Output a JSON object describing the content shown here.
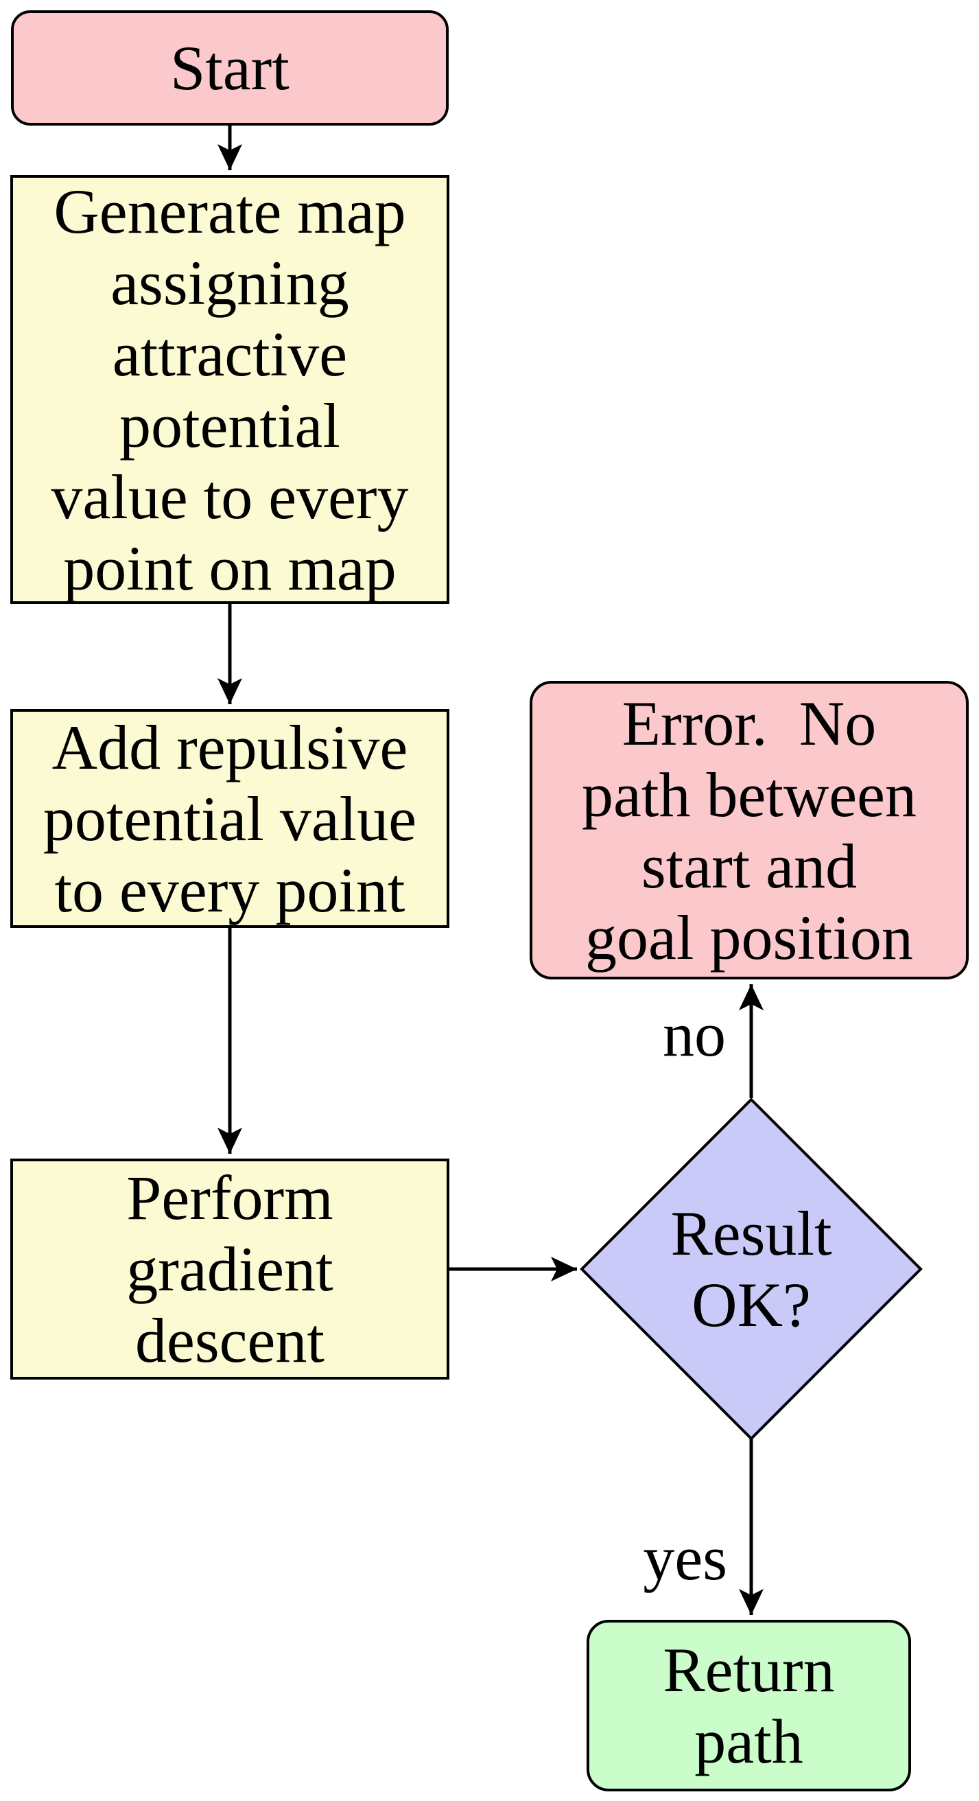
{
  "title": "Potential field path planning flowchart",
  "colors": {
    "pink": "#fbc9cc",
    "yellow": "#fbfad2",
    "blue": "#cacaf8",
    "green": "#cafdca",
    "stroke": "#000000",
    "text": "#000000",
    "background": "#ffffff"
  },
  "nodes": {
    "start": {
      "type": "terminal",
      "label": "Start"
    },
    "generate_map": {
      "type": "process",
      "label": "Generate map\nassigning\nattractive\npotential\nvalue to every\npoint on map"
    },
    "add_repulsive": {
      "type": "process",
      "label": "Add repulsive\npotential value\nto every point"
    },
    "gradient_descent": {
      "type": "process",
      "label": "Perform\ngradient\ndescent"
    },
    "result_ok": {
      "type": "decision",
      "label": "Result\nOK?"
    },
    "error": {
      "type": "terminal",
      "label": "Error.  No\npath between\nstart and\ngoal position"
    },
    "return_path": {
      "type": "terminal",
      "label": "Return\npath"
    }
  },
  "edges": {
    "no_label": "no",
    "yes_label": "yes"
  }
}
